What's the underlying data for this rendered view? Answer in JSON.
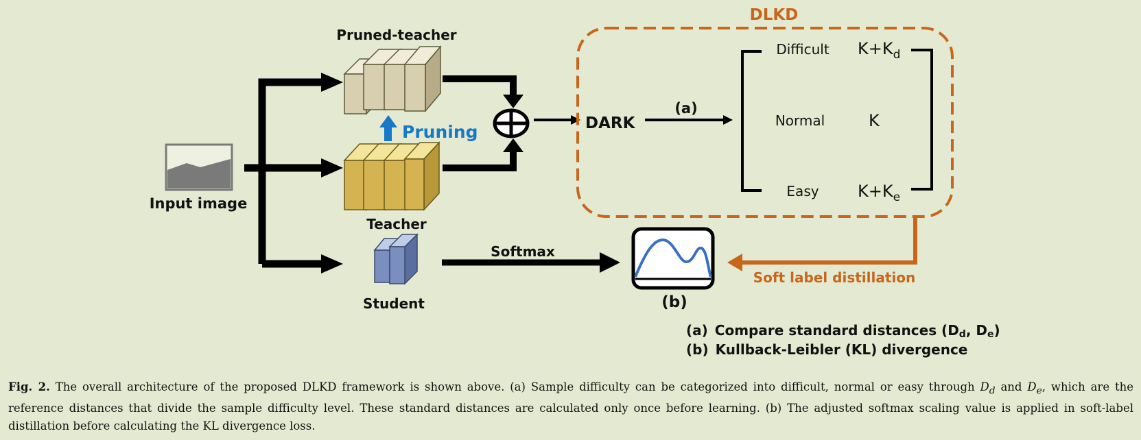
{
  "labels": {
    "input_image": "Input image",
    "pruned_teacher": "Pruned-teacher",
    "pruning": "Pruning",
    "teacher": "Teacher",
    "student": "Student",
    "softmax": "Softmax",
    "dlkd": "DLKD",
    "dark": "DARK",
    "a_marker": "(a)",
    "b_marker": "(b)",
    "soft_label_distillation": "Soft label distillation"
  },
  "levels": {
    "difficult": {
      "label": "Difficult",
      "k": "K+K",
      "sub": "d"
    },
    "normal": {
      "label": "Normal",
      "k": "K"
    },
    "easy": {
      "label": "Easy",
      "k": "K+K",
      "sub": "e"
    }
  },
  "legend": {
    "a_tag": "(a)",
    "a_text": "Compare standard distances (D",
    "a_sub1": "d",
    "a_mid": ", D",
    "a_sub2": "e",
    "a_end": ")",
    "b_tag": "(b)",
    "b_text": "Kullback-Leibler (KL) divergence"
  },
  "caption": {
    "label": "Fig. 2.",
    "p1": " The overall architecture of the proposed DLKD framework is shown above. (a) Sample difficulty can be categorized into difficult, normal or easy through ",
    "dd": "D",
    "dd_sub": "d",
    "and": " and ",
    "de": "D",
    "de_sub": "e",
    "p2": ", which are the reference distances that divide the sample difficulty level. These standard distances are calculated only once before learning. (b) The adjusted softmax scaling value is applied in soft-label distillation before calculating the KL divergence loss."
  },
  "colors": {
    "background": "#e4ead2",
    "accent_orange": "#c8661c",
    "pruning_blue": "#1778c8",
    "pruned_fill": "#d8ceb0",
    "teacher_fill": "#d6b351",
    "student_fill": "#7a8fc0",
    "curve_blue": "#3a6fc4"
  }
}
